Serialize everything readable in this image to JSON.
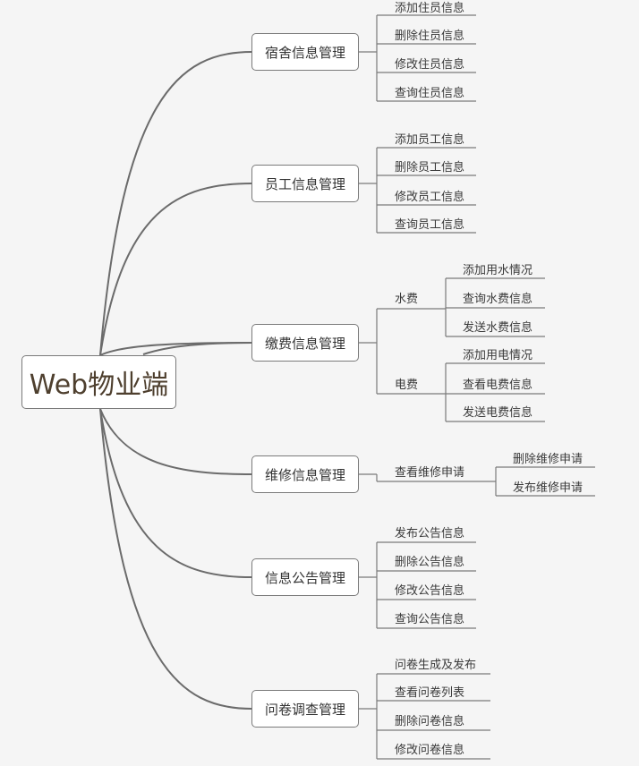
{
  "root": "Web物业端",
  "branches": [
    {
      "label": "宿舍信息管理",
      "children": [
        "添加住员信息",
        "删除住员信息",
        "修改住员信息",
        "查询住员信息"
      ]
    },
    {
      "label": "员工信息管理",
      "children": [
        "添加员工信息",
        "删除员工信息",
        "修改员工信息",
        "查询员工信息"
      ]
    },
    {
      "label": "缴费信息管理",
      "groups": [
        {
          "label": "水费",
          "children": [
            "添加用水情况",
            "查询水费信息",
            "发送水费信息"
          ]
        },
        {
          "label": "电费",
          "children": [
            "添加用电情况",
            "查看电费信息",
            "发送电费信息"
          ]
        }
      ]
    },
    {
      "label": "维修信息管理",
      "groups": [
        {
          "label": "查看维修申请",
          "children": [
            "删除维修申请",
            "发布维修申请"
          ]
        }
      ]
    },
    {
      "label": "信息公告管理",
      "children": [
        "发布公告信息",
        "删除公告信息",
        "修改公告信息",
        "查询公告信息"
      ]
    },
    {
      "label": "问卷调查管理",
      "children": [
        "问卷生成及发布",
        "查看问卷列表",
        "删除问卷信息",
        "修改问卷信息"
      ]
    }
  ]
}
